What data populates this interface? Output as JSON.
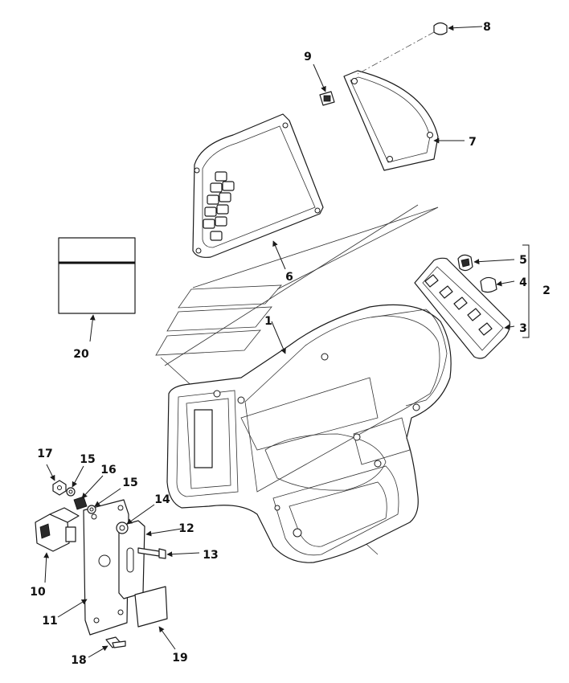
{
  "callouts": {
    "c1": "1",
    "c2": "2",
    "c3": "3",
    "c4": "4",
    "c5": "5",
    "c6": "6",
    "c7": "7",
    "c8": "8",
    "c9": "9",
    "c10": "10",
    "c11": "11",
    "c12": "12",
    "c13": "13",
    "c14": "14",
    "c15a": "15",
    "c15b": "15",
    "c16": "16",
    "c17": "17",
    "c18": "18",
    "c19": "19",
    "c20": "20"
  },
  "colors": {
    "line": "#1a1a1a",
    "background": "#ffffff"
  }
}
